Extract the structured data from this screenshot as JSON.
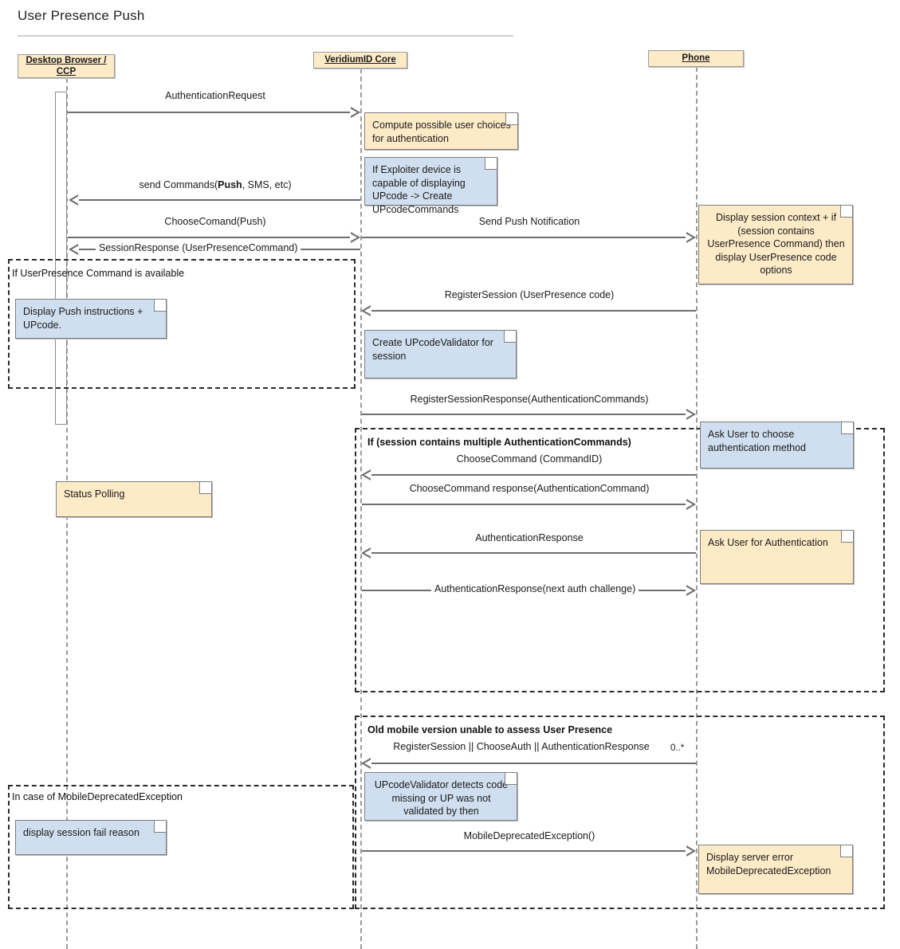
{
  "diagram": {
    "title": "User Presence Push",
    "type": "uml-sequence-diagram"
  },
  "colors": {
    "note_yellow": "#fdeac6",
    "note_blue": "#cfdff0",
    "actor_fill": "#fdebc8",
    "line": "#6e6e6e",
    "lifeline": "#9a9a9a"
  },
  "lifelines": [
    {
      "id": "browser",
      "label_line1": "Desktop Browser /",
      "label_line2": "CCP"
    },
    {
      "id": "core",
      "label_line1": "VeridiumID Core",
      "label_line2": ""
    },
    {
      "id": "phone",
      "label_line1": "Phone",
      "label_line2": ""
    }
  ],
  "messages": [
    {
      "id": "m1",
      "label": "AuthenticationRequest",
      "from": "browser",
      "to": "core",
      "multiplicity": ""
    },
    {
      "id": "m2",
      "label": "send Commands(Push, SMS, etc)",
      "from": "core",
      "to": "browser",
      "multiplicity": ""
    },
    {
      "id": "m3",
      "label": "ChooseComand(Push)",
      "from": "browser",
      "to": "core",
      "multiplicity": ""
    },
    {
      "id": "m4",
      "label": "Send Push Notification",
      "from": "core",
      "to": "phone",
      "multiplicity": ""
    },
    {
      "id": "m5",
      "label": "SessionResponse (UserPresenceCommand)",
      "from": "core",
      "to": "browser",
      "multiplicity": ""
    },
    {
      "id": "m6",
      "label": "RegisterSession (UserPresence code)",
      "from": "phone",
      "to": "core",
      "multiplicity": ""
    },
    {
      "id": "m7",
      "label": "RegisterSessionResponse(AuthenticationCommands)",
      "from": "core",
      "to": "phone",
      "multiplicity": ""
    },
    {
      "id": "m8",
      "label": "ChooseCommand (CommandID)",
      "from": "phone",
      "to": "core",
      "multiplicity": ""
    },
    {
      "id": "m9",
      "label": "ChooseCommand response(AuthenticationCommand)",
      "from": "core",
      "to": "phone",
      "multiplicity": ""
    },
    {
      "id": "m10",
      "label": "AuthenticationResponse",
      "from": "phone",
      "to": "core",
      "multiplicity": ""
    },
    {
      "id": "m11",
      "label": "AuthenticationResponse(next auth challenge)",
      "from": "core",
      "to": "phone",
      "multiplicity": ""
    },
    {
      "id": "m12",
      "label": "RegisterSession || ChooseAuth || AuthenticationResponse",
      "from": "phone",
      "to": "core",
      "multiplicity": "0..*"
    },
    {
      "id": "m13",
      "label": "MobileDeprecatedException()",
      "from": "core",
      "to": "phone",
      "multiplicity": ""
    }
  ],
  "notes": [
    {
      "id": "n1",
      "color": "yellow",
      "on": "core",
      "text": "Compute possible user choices for authentication"
    },
    {
      "id": "n2",
      "color": "blue",
      "on": "core",
      "text": "If Exploiter device is capable of displaying UPcode -> Create UPcodeCommands"
    },
    {
      "id": "n3",
      "color": "yellow",
      "on": "phone",
      "text": "Display session context + if (session contains UserPresence Command) then display UserPresence code options"
    },
    {
      "id": "n4",
      "color": "blue",
      "on": "browser",
      "text": "Display Push instructions + UPcode."
    },
    {
      "id": "n5",
      "color": "blue",
      "on": "core",
      "text": "Create UPcodeValidator for session"
    },
    {
      "id": "n6",
      "color": "blue",
      "on": "phone",
      "text": "Ask User to choose authentication method"
    },
    {
      "id": "n7",
      "color": "yellow",
      "on": "browser",
      "text": "Status Polling"
    },
    {
      "id": "n8",
      "color": "yellow",
      "on": "phone",
      "text": "Ask User for Authentication"
    },
    {
      "id": "n9",
      "color": "blue",
      "on": "core",
      "text": "UPcodeValidator detects code missing or UP was not validated by then"
    },
    {
      "id": "n10",
      "color": "blue",
      "on": "browser",
      "text": "display session fail reason"
    },
    {
      "id": "n11",
      "color": "yellow",
      "on": "phone",
      "text": "Display server error MobileDeprecatedException"
    }
  ],
  "fragments": [
    {
      "id": "f1",
      "label": "If UserPresence Command is available",
      "bold": false
    },
    {
      "id": "f2",
      "label": "If (session contains multiple AuthenticationCommands)",
      "bold": true
    },
    {
      "id": "f3",
      "label": "Old mobile version unable to assess User Presence",
      "bold": true
    },
    {
      "id": "f4",
      "label": "In case of MobileDeprecatedException",
      "bold": false
    }
  ]
}
